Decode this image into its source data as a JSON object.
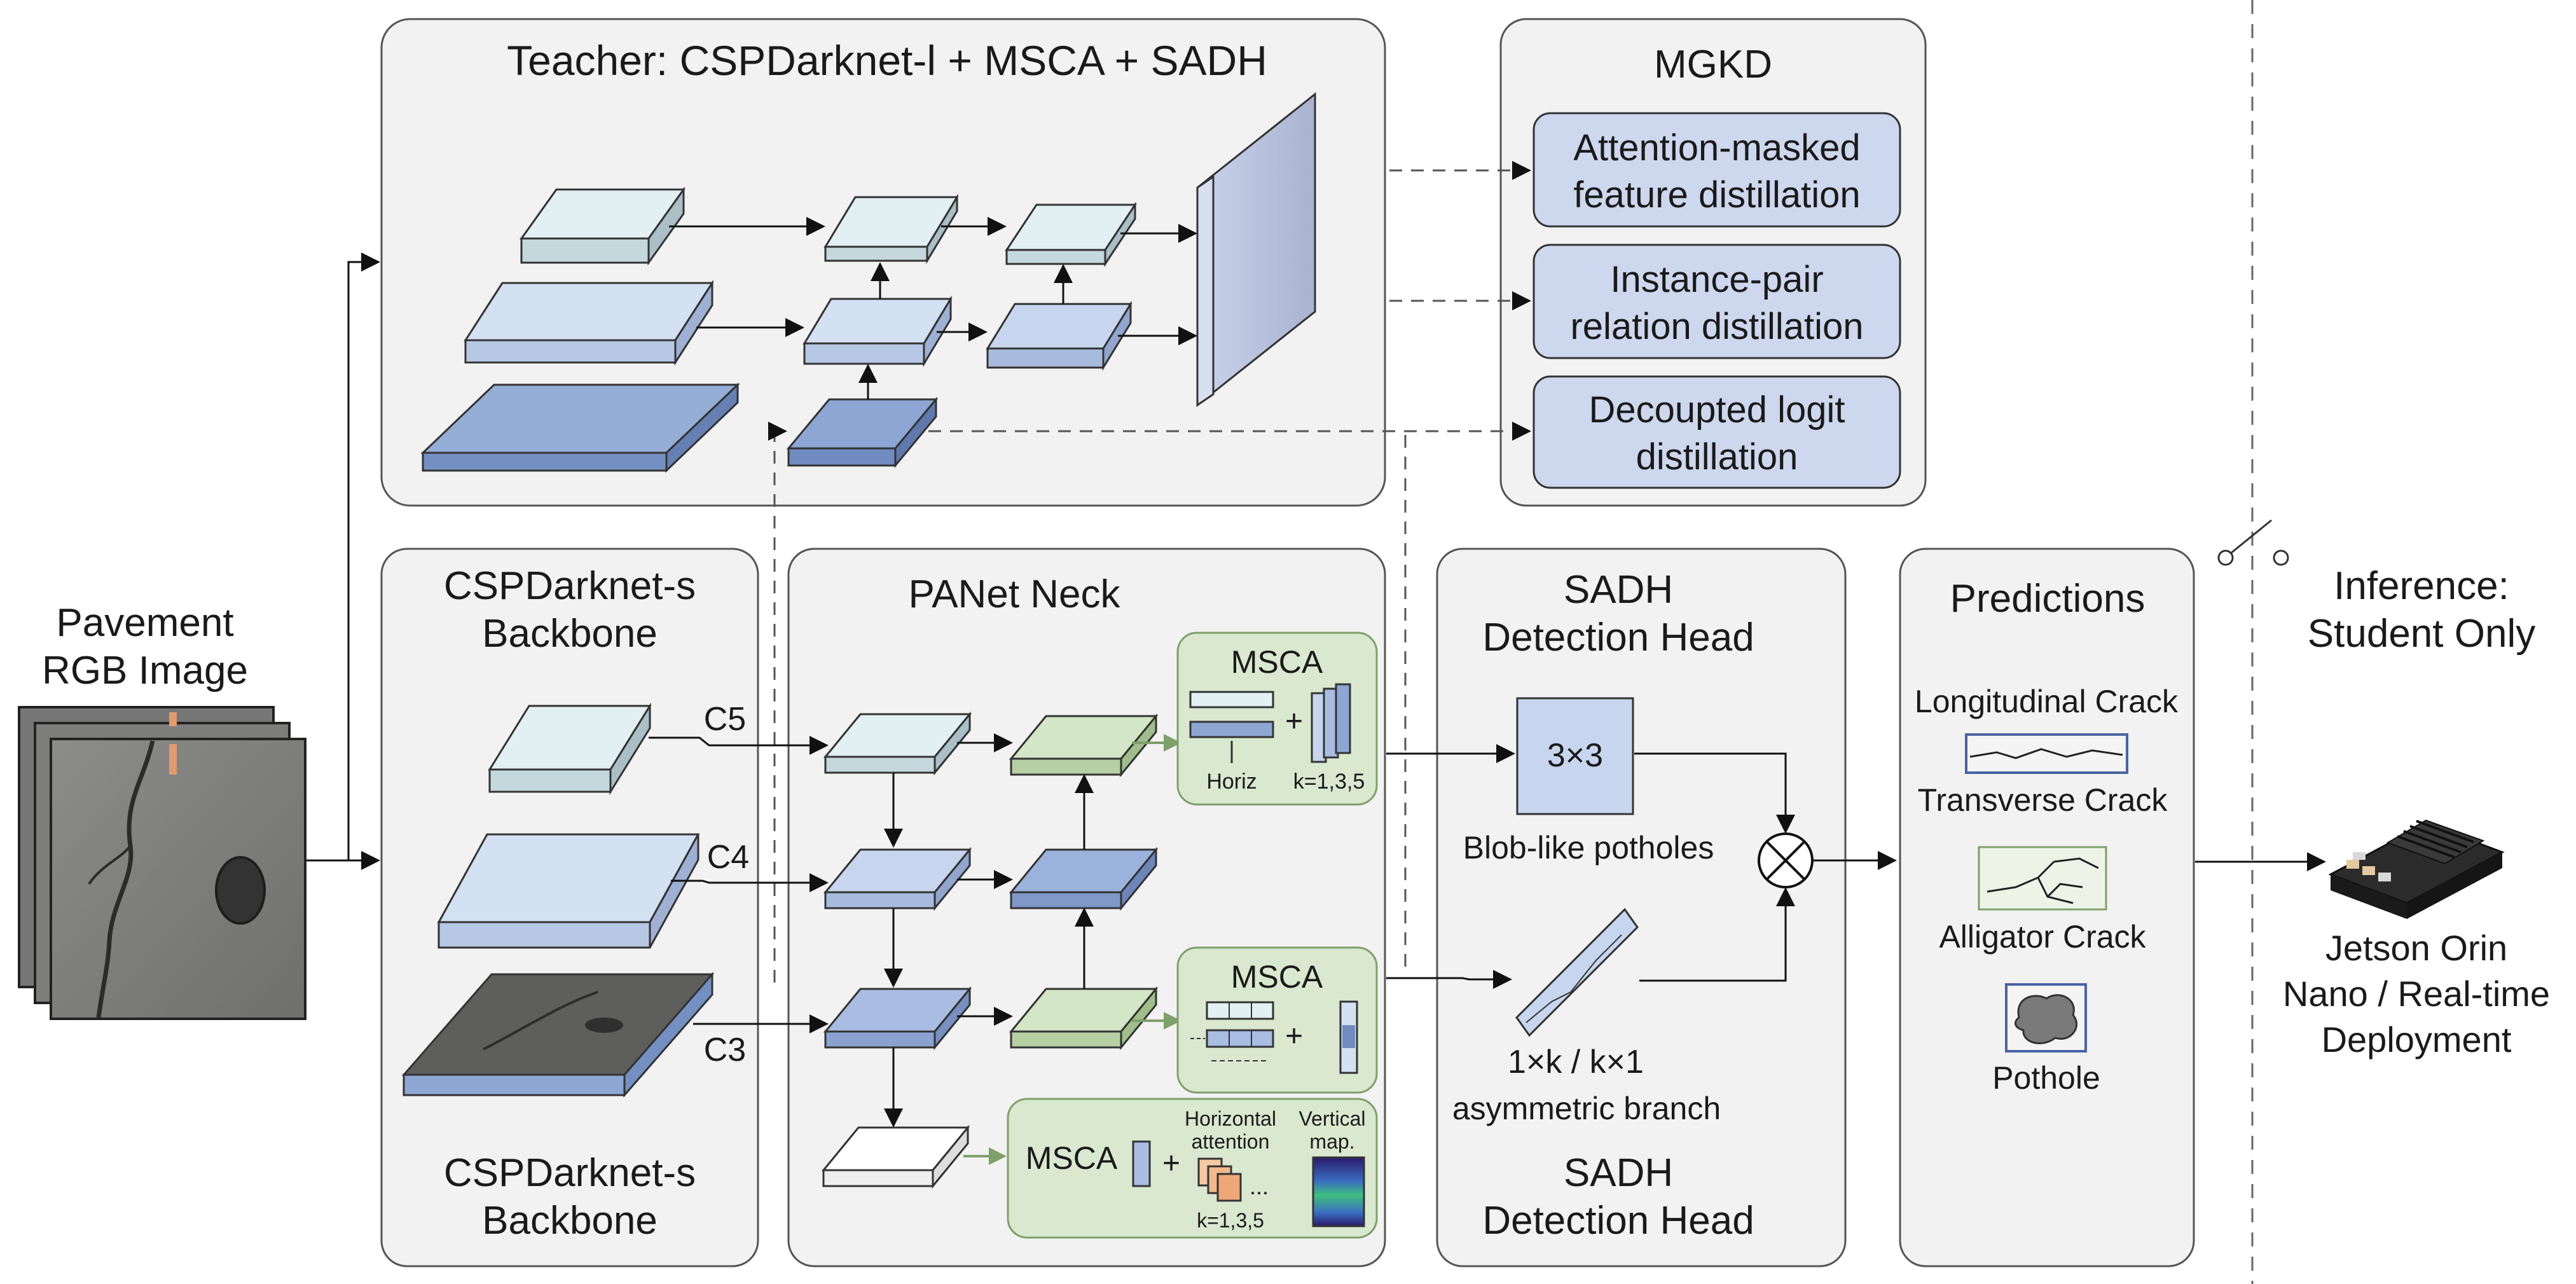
{
  "input": {
    "line1": "Pavement",
    "line2": "RGB Image"
  },
  "teacher": {
    "title": "Teacher: CSPDarknet-l + MSCA + SADH"
  },
  "mgkd": {
    "title": "MGKD",
    "items": [
      {
        "line1": "Attention-masked",
        "line2": "feature distillation"
      },
      {
        "line1": "Instance-pair",
        "line2": "relation distillation"
      },
      {
        "line1": "Decoupted logit",
        "line2": "distillation"
      }
    ]
  },
  "backbone": {
    "title_line1": "CSPDarknet-s",
    "title_line2": "Backbone",
    "footer_line1": "CSPDarknet-s",
    "footer_line2": "Backbone",
    "levels": [
      "C5",
      "C4",
      "C3"
    ]
  },
  "neck": {
    "title": "PANet Neck",
    "msca_top": {
      "title": "MSCA",
      "left_caption": "Horiz",
      "right_caption": "k=1,3,5",
      "plus": "+"
    },
    "msca_mid": {
      "title": "MSCA",
      "plus": "+"
    },
    "msca_bottom": {
      "title": "MSCA",
      "plus": "+",
      "horiz_line1": "Horizontal",
      "horiz_line2": "attention",
      "vert_line1": "Vertical",
      "vert_line2": "map.",
      "k_caption": "k=1,3,5",
      "dots": "..."
    }
  },
  "head": {
    "title_line1": "SADH",
    "title_line2": "Detection Head",
    "kernel_label": "3×3",
    "blob_caption": "Blob-like potholes",
    "asym_line1": "1×k / k×1",
    "asym_line2": "asymmetric branch",
    "footer_line1": "SADH",
    "footer_line2": "Detection Head"
  },
  "predictions": {
    "title": "Predictions",
    "classes": [
      "Longitudinal Crack",
      "Transverse Crack",
      "Alligator Crack",
      "Pothole"
    ]
  },
  "inference": {
    "line1": "Inference:",
    "line2": "Student Only"
  },
  "deploy": {
    "line1": "Jetson Orin",
    "line2": "Nano / Real-time",
    "line3": "Deployment"
  },
  "colors": {
    "panel_fill": "#f2f2f2",
    "panel_stroke": "#555555",
    "light_block": "#e2f0f3",
    "mid_block": "#c7d6ee",
    "dark_block": "#8da6d3",
    "msca_fill": "#d9e8cf",
    "msca_stroke": "#7ea06a",
    "mgkd_item_fill": "#cdd7ee",
    "arrow": "#111111"
  }
}
